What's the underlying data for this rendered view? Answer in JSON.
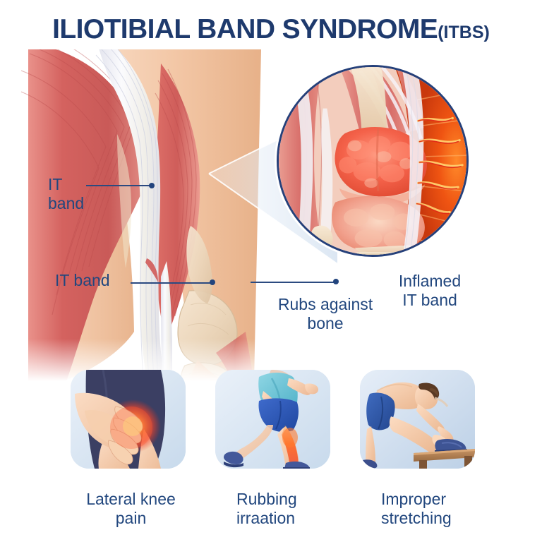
{
  "title": {
    "main": "ILIOTIBIAL BAND SYNDROME",
    "abbr": "(ITBS)"
  },
  "colors": {
    "title_navy": "#1e3a6d",
    "label_blue": "#22477e",
    "leader_line": "#2b4a80",
    "inset_border": "#25407a",
    "muscle_red": "#d4625f",
    "muscle_light": "#e98a80",
    "it_band_white": "#f4f4f8",
    "skin": "#f2c8a8",
    "bone_cream": "#ecd9c0",
    "inflammation_orange": "#e8500f",
    "inflammation_red": "#f04a28",
    "panel_bg": "#d8e4f1",
    "shorts_blue": "#2a55a8",
    "shirt_teal": "#6ec6d8",
    "shoe_blue": "#3a4f8f"
  },
  "callouts": [
    {
      "id": "it-band-upper",
      "text": "IT\nband",
      "align": "left"
    },
    {
      "id": "it-band-lower",
      "text": "IT band",
      "align": "left"
    },
    {
      "id": "rubs-against-bone",
      "text": "Rubs against\nbone",
      "align": "center"
    },
    {
      "id": "inflamed-it-band",
      "text": "Inflamed\nIT band",
      "align": "center"
    }
  ],
  "inset": {
    "name": "magnified-knee-joint",
    "description": "Inflamed knee joint with radiating pain lines"
  },
  "panels": [
    {
      "id": "lateral-knee-pain",
      "caption": "Lateral knee\npain",
      "icon": "hands-holding-painful-knee"
    },
    {
      "id": "rubbing-irritation",
      "caption": "Rubbing\nirraation",
      "icon": "runner-with-knee-pain"
    },
    {
      "id": "improper-stretching",
      "caption": "Improper\nstretching",
      "icon": "man-stretching-on-bench"
    }
  ]
}
